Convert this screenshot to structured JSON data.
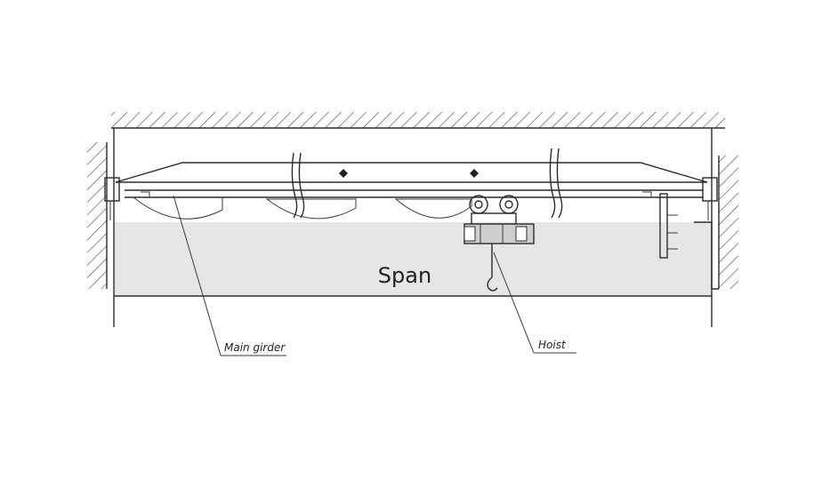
{
  "labels": {
    "span": "Span",
    "main_girder": "Main girder",
    "hoist": "Hoist"
  },
  "colors": {
    "line": "#2b2b2b",
    "shade": "#e6e6e6",
    "hoist_body": "#cfcfcf",
    "background": "#ffffff"
  }
}
